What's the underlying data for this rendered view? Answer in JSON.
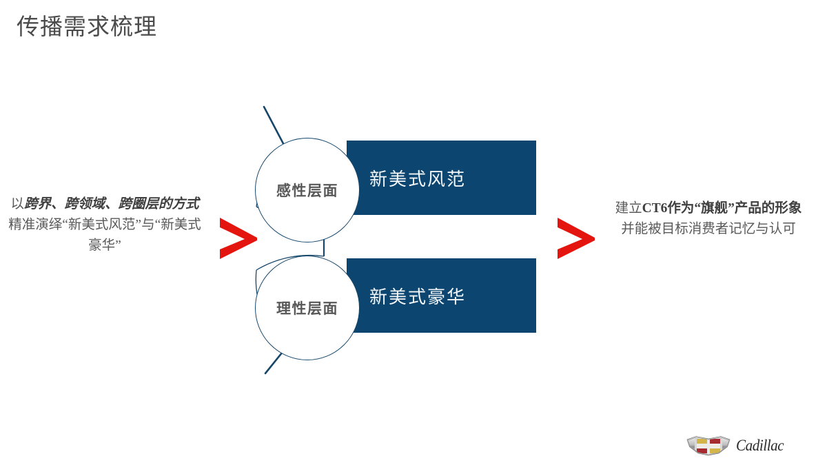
{
  "slide": {
    "title": "传播需求梳理",
    "background_color": "#ffffff"
  },
  "colors": {
    "bar_blue": "#0c4670",
    "outline_navy": "#16476b",
    "arrow_red": "#e3150e",
    "title_gray": "#4b4b4b",
    "body_gray": "#595959",
    "bar_text": "#f2f6f9"
  },
  "left_text": {
    "lead": "以",
    "emphasis": "跨界、跨领域、跨圈层的方式",
    "tail": "精准演绎“新美式风范”与“新美式豪华”",
    "full": "以跨界、跨领域、跨圈层的方式精准演绎“新美式风范”与“新美式豪华”"
  },
  "right_text": {
    "lead": "建立",
    "emphasis": "CT6作为“旗舰”产品的形象",
    "tail": "并能被目标消费者记忆与认可",
    "full": "建立CT6作为“旗舰”产品的形象并能被目标消费者记忆与认可"
  },
  "diagram": {
    "nodes": [
      {
        "id": "emotional",
        "circle_label": "感性层面",
        "bar_label": "新美式风范"
      },
      {
        "id": "rational",
        "circle_label": "理性层面",
        "bar_label": "新美式豪华"
      }
    ],
    "arrows": [
      {
        "id": "left-arrow",
        "icon": "chevron-right-icon",
        "color": "#e3150e"
      },
      {
        "id": "right-arrow",
        "icon": "chevron-right-icon",
        "color": "#e3150e"
      }
    ]
  },
  "branding": {
    "wordmark": "Cadillac",
    "crest_icon": "cadillac-crest-icon"
  }
}
